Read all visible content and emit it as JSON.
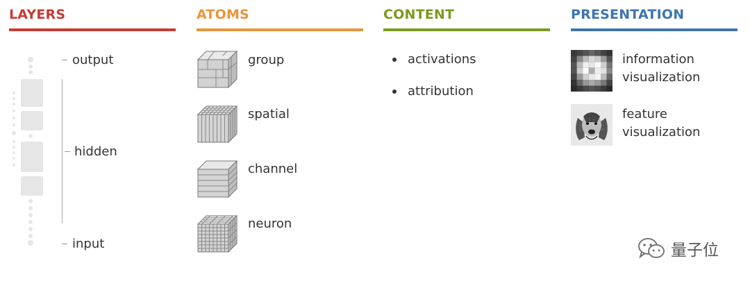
{
  "columns": {
    "layers": {
      "title": "LAYERS",
      "color": "#c83a32"
    },
    "atoms": {
      "title": "ATOMS",
      "color": "#e8953a"
    },
    "content": {
      "title": "CONTENT",
      "color": "#7a9a1e"
    },
    "presentation": {
      "title": "PRESENTATION",
      "color": "#3f74b0"
    }
  },
  "layers": {
    "output": "output",
    "hidden": "hidden",
    "input": "input"
  },
  "atoms": [
    "group",
    "spatial",
    "channel",
    "neuron"
  ],
  "content": [
    "activations",
    "attribution"
  ],
  "presentation": [
    {
      "line1": "information",
      "line2": "visualization"
    },
    {
      "line1": "feature",
      "line2": "visualization"
    }
  ],
  "watermark": {
    "text": "量子位"
  },
  "icons": {
    "atoms": [
      "group-cube-icon",
      "spatial-cube-icon",
      "channel-cube-icon",
      "neuron-cube-icon"
    ],
    "presentation": [
      "information-visualization-icon",
      "feature-visualization-icon"
    ],
    "watermark": "wechat-icon"
  }
}
